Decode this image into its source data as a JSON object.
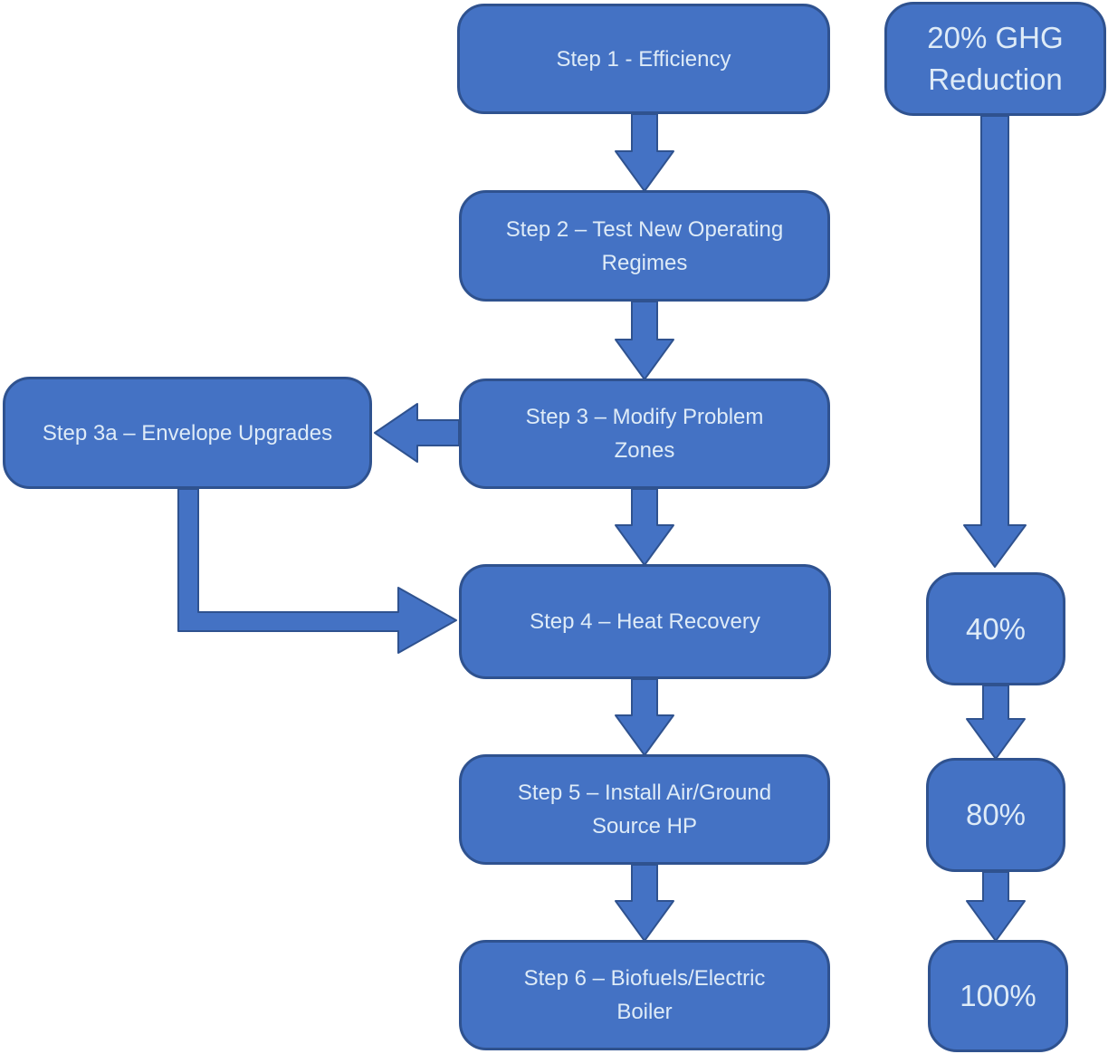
{
  "colors": {
    "node_fill": "#4472C4",
    "node_border": "#2F528F",
    "node_text": "#DEEBF7",
    "canvas_bg": "#FFFFFF"
  },
  "diagram": {
    "flow_steps": [
      {
        "id": "step1",
        "label": "Step 1 - Efficiency"
      },
      {
        "id": "step2",
        "label": "Step 2 – Test New Operating\nRegimes"
      },
      {
        "id": "step3",
        "label": "Step 3 – Modify Problem\nZones"
      },
      {
        "id": "step4",
        "label": "Step 4 – Heat Recovery"
      },
      {
        "id": "step5",
        "label": "Step 5 – Install Air/Ground\nSource HP"
      },
      {
        "id": "step6",
        "label": "Step 6 – Biofuels/Electric\nBoiler"
      }
    ],
    "branch_step": {
      "id": "step3a",
      "label": "Step 3a – Envelope Upgrades"
    },
    "ghg_track": {
      "header": {
        "label": "20% GHG\nReduction"
      },
      "milestones": [
        {
          "label": "40%"
        },
        {
          "label": "80%"
        },
        {
          "label": "100%"
        }
      ]
    },
    "connections": [
      {
        "from": "step1",
        "to": "step2"
      },
      {
        "from": "step2",
        "to": "step3"
      },
      {
        "from": "step3",
        "to": "step3a"
      },
      {
        "from": "step3",
        "to": "step4"
      },
      {
        "from": "step3a",
        "to": "step4"
      },
      {
        "from": "step4",
        "to": "step5"
      },
      {
        "from": "step5",
        "to": "step6"
      },
      {
        "from": "ghg-20",
        "to": "ghg-40"
      },
      {
        "from": "ghg-40",
        "to": "ghg-80"
      },
      {
        "from": "ghg-80",
        "to": "ghg-100"
      }
    ]
  }
}
